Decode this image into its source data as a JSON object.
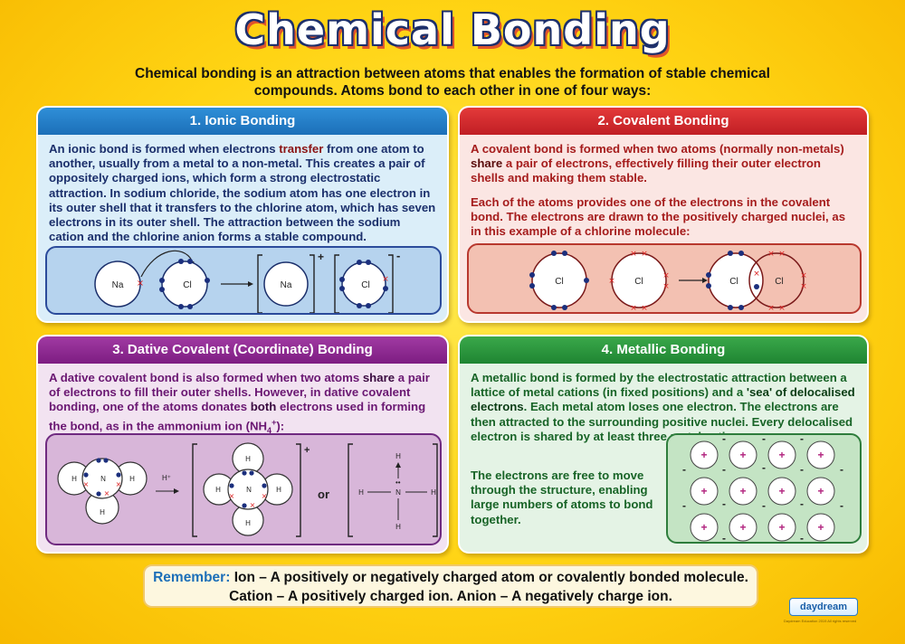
{
  "title": "Chemical Bonding",
  "intro": "Chemical bonding is an attraction between atoms that enables the formation of stable chemical compounds. Atoms bond to each other in one of four ways:",
  "ionic": {
    "heading": "1. Ionic Bonding",
    "text_a": "An ionic bond is formed when electrons ",
    "text_em": "transfer",
    "text_b": " from one atom to another, usually from a metal to a non-metal. This creates a pair of oppositely charged ions, which form a strong electrostatic attraction. In sodium chloride, the sodium atom has one electron in its outer shell that it transfers to the chlorine atom, which has seven electrons in its outer shell. The attraction between the sodium cation and the chlorine anion forms a stable compound.",
    "labels": {
      "na": "Na",
      "cl": "Cl",
      "plus": "+",
      "minus": "-"
    }
  },
  "covalent": {
    "heading": "2. Covalent Bonding",
    "text_a": "A covalent bond is formed when two atoms (normally non-metals) ",
    "text_em": "share",
    "text_b": " a pair of electrons, effectively filling their outer electron shells and making them stable.",
    "text_c": "Each of the atoms provides one of the electrons in the covalent bond. The electrons are drawn to the positively charged nuclei, as in this example of a chlorine molecule:",
    "labels": {
      "cl": "Cl"
    }
  },
  "dative": {
    "heading": "3. Dative Covalent (Coordinate) Bonding",
    "text_a": "A dative covalent bond is also formed when two atoms ",
    "text_em1": "share",
    "text_b": " a pair of electrons to fill their outer shells. However, in dative covalent bonding, one of the atoms donates ",
    "text_em2": "both",
    "text_c": " electrons used in forming the bond, as in the ammonium ion (NH",
    "sub": "4",
    "sup": "+",
    "text_d": "):",
    "labels": {
      "h": "H",
      "n": "N",
      "hplus": "H⁺",
      "or": "or",
      "plus": "+"
    }
  },
  "metallic": {
    "heading": "4. Metallic Bonding",
    "text_a": "A metallic bond is formed by the electrostatic attraction between a lattice of metal cations (in fixed positions) and a ",
    "text_em": "'sea' of delocalised electrons",
    "text_b": ". Each metal atom loses one electron. The electrons are then attracted to the surrounding positive nuclei. Every delocalised electron is shared by at least three metal cations.",
    "text_c": "The electrons are free to move through the structure, enabling large numbers of atoms to bond together.",
    "labels": {
      "plus": "+",
      "minus": "-"
    }
  },
  "remember": {
    "label": "Remember:",
    "ion_term": "Ion",
    "ion_def": " – A positively or negatively charged atom or covalently bonded molecule.",
    "cation_term": "Cation",
    "cation_def": " – A positively charged ion. ",
    "anion_term": "Anion",
    "anion_def": " – A negatively charge ion."
  },
  "logo": "daydream",
  "copyright": "Daydream Education 2019 All rights reserved",
  "colors": {
    "ionic": "#1c6fb8",
    "covalent": "#c01e24",
    "dative": "#7d1d82",
    "metallic": "#1f8532",
    "background": "#ffd414"
  }
}
